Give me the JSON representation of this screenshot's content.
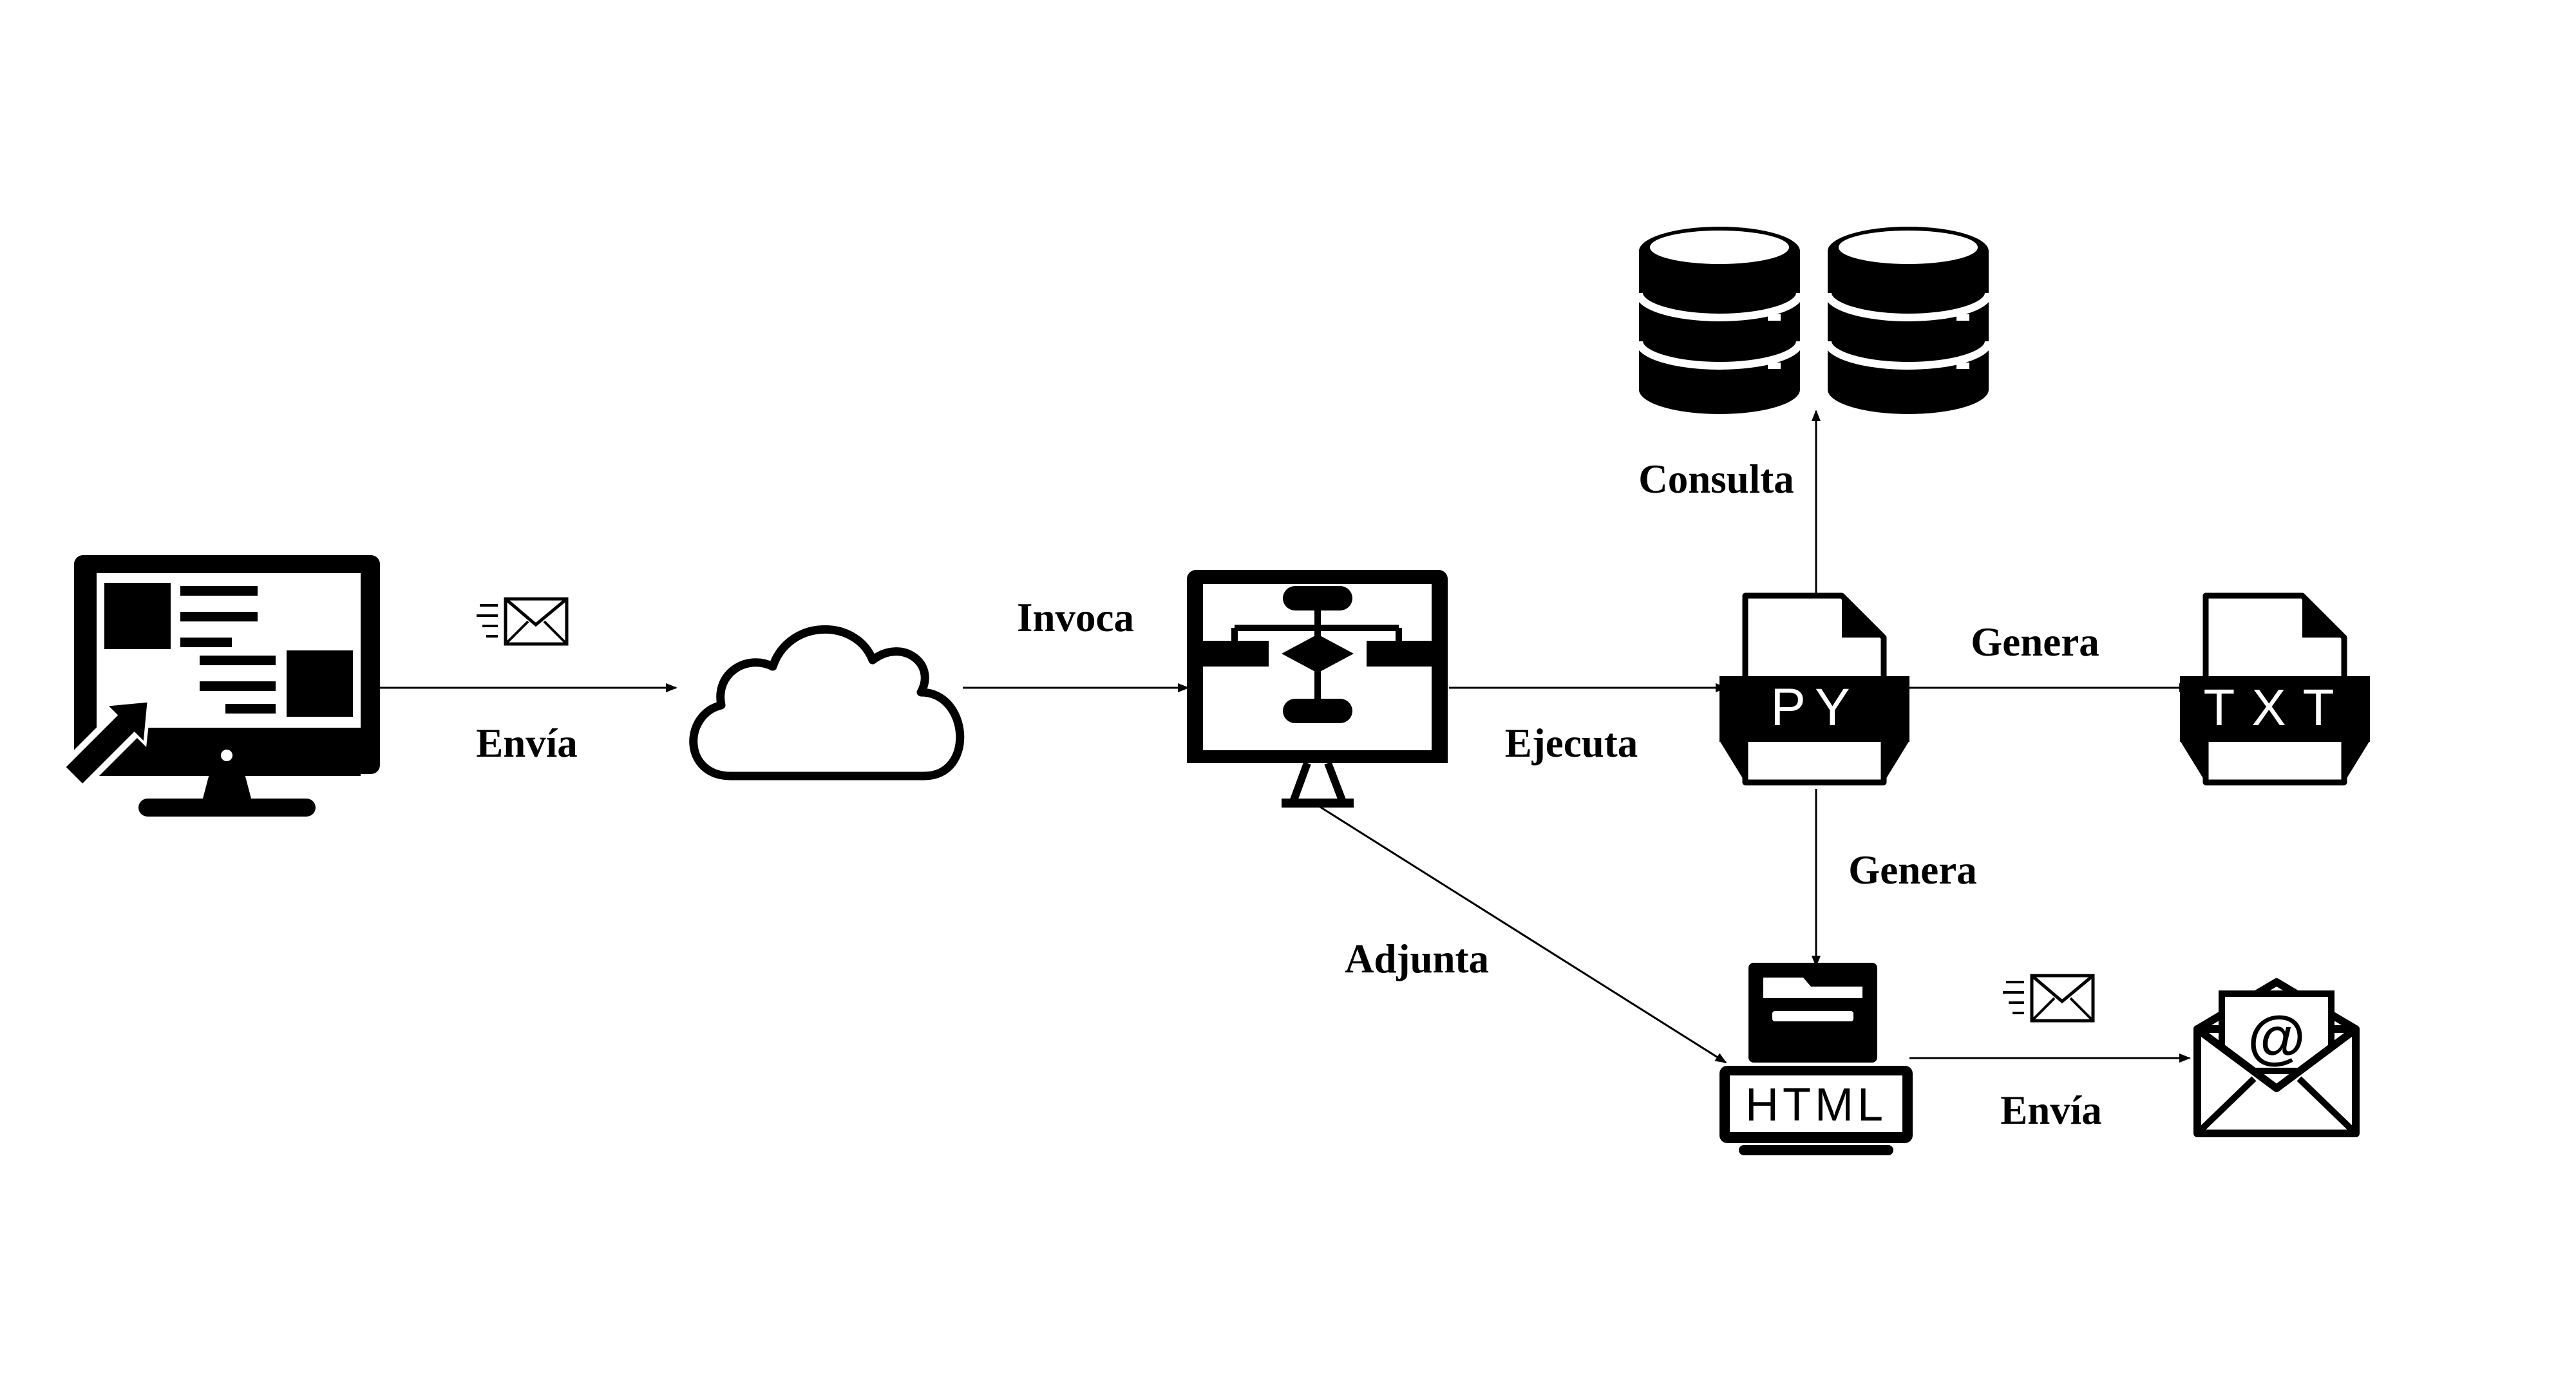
{
  "nodes": {
    "pc": {
      "icon": "desktop-pointer-icon"
    },
    "cloud": {
      "icon": "cloud-icon"
    },
    "flowchart": {
      "icon": "flowchart-monitor-icon"
    },
    "py": {
      "icon": "py-file-icon",
      "badge": "PY"
    },
    "txt": {
      "icon": "txt-file-icon",
      "badge": "TXT"
    },
    "databases": {
      "icon": "database-icon"
    },
    "html": {
      "icon": "html-folder-icon",
      "badge": "HTML"
    },
    "mail": {
      "icon": "open-envelope-icon",
      "symbol": "@"
    }
  },
  "edges": {
    "envia_1": "Envía",
    "invoca": "Invoca",
    "ejecuta": "Ejecuta",
    "consulta": "Consulta",
    "genera_txt": "Genera",
    "genera_html": "Genera",
    "adjunta": "Adjunta",
    "envia_2": "Envía"
  },
  "colors": {
    "ink": "#000000",
    "background": "#ffffff"
  }
}
